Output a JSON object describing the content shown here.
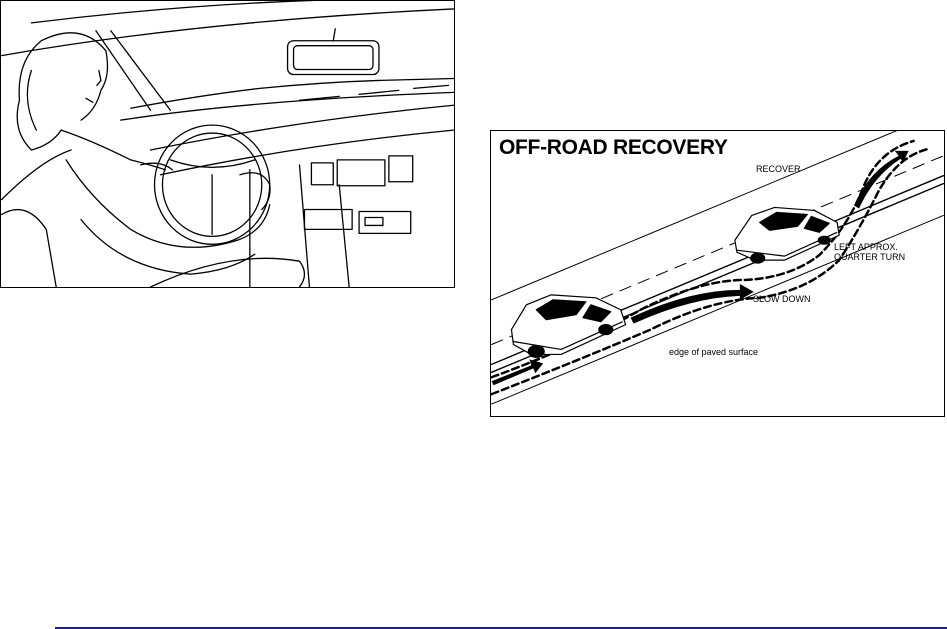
{
  "recovery_figure": {
    "title": "OFF-ROAD RECOVERY",
    "labels": {
      "recover": "RECOVER",
      "left_turn": "LEFT APPROX.\nQUARTER TURN",
      "slow_down": "SLOW DOWN",
      "edge": "edge of paved surface"
    }
  },
  "colors": {
    "rule": "#1a1aa6",
    "line_art": "#000000"
  }
}
